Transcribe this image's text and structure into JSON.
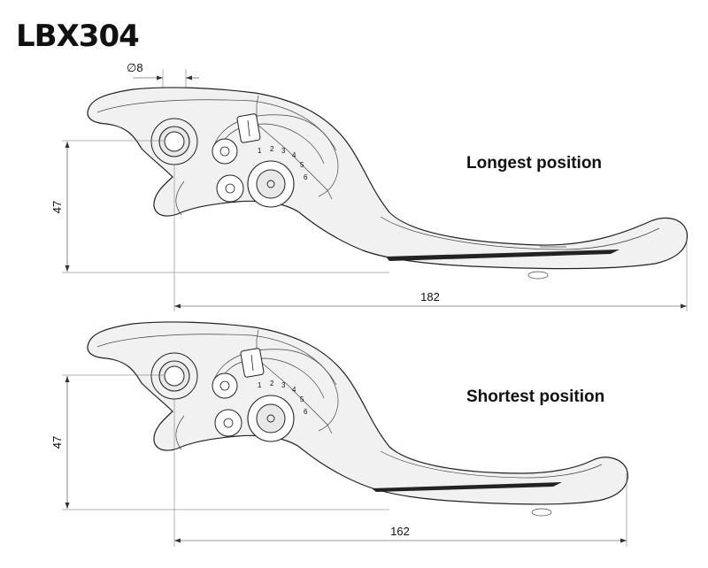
{
  "title": "LBX304",
  "hole_diameter_label": "∅8",
  "levers": [
    {
      "position_label": "Longest position",
      "height_label": "47",
      "length_label": "182",
      "adjuster_numbers": [
        "1",
        "2",
        "3",
        "4",
        "5",
        "6"
      ]
    },
    {
      "position_label": "Shortest position",
      "height_label": "47",
      "length_label": "162",
      "adjuster_numbers": [
        "1",
        "2",
        "3",
        "4",
        "5",
        "6"
      ]
    }
  ]
}
